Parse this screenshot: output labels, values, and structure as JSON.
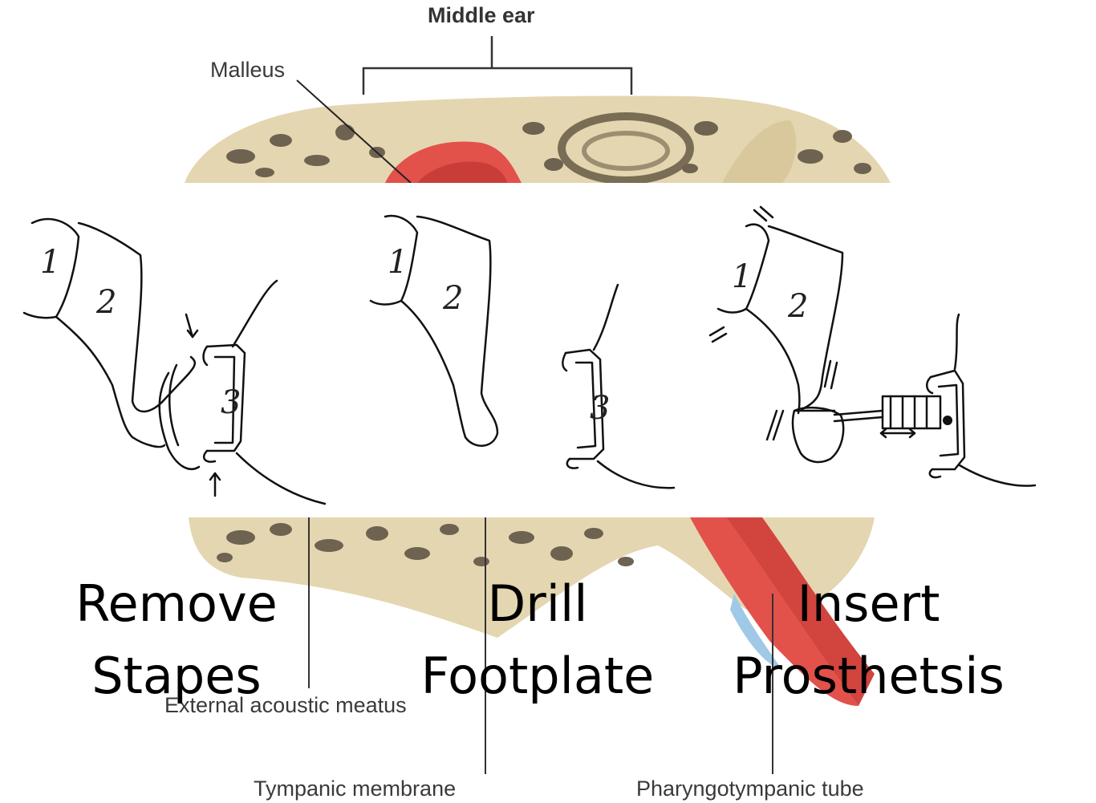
{
  "anatomy": {
    "header": "Middle ear",
    "labels": {
      "malleus": "Malleus",
      "external_meatus": "External acoustic meatus",
      "tympanic_membrane": "Tympanic membrane",
      "pharyngotympanic_tube": "Pharyngotympanic tube"
    }
  },
  "panels": [
    {
      "step_line1": "Remove",
      "step_line2": "Stapes",
      "numbers": [
        "1",
        "2",
        "3"
      ]
    },
    {
      "step_line1": "Drill",
      "step_line2": "Footplate",
      "numbers": [
        "1",
        "2",
        "3"
      ]
    },
    {
      "step_line1": "Insert",
      "step_line2": "Prosthetsis",
      "numbers": [
        "1",
        "2"
      ]
    }
  ],
  "colors": {
    "bone": "#e4d6b0",
    "bone_pores": "#6e6250",
    "tissue_red": "#e2514a",
    "tube_blue": "#9fc9e6",
    "line": "#333333"
  }
}
